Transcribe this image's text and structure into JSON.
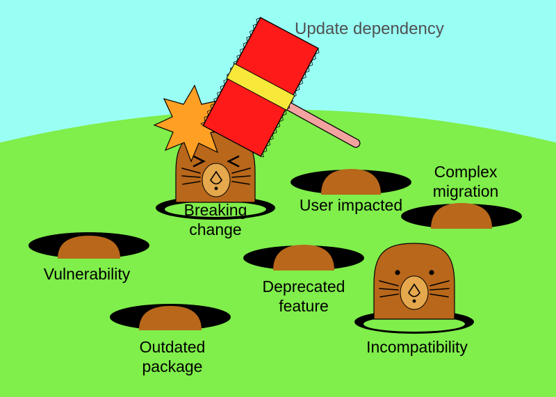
{
  "title": "Update dependency",
  "moles": [
    {
      "label_lines": [
        "Breaking",
        "change"
      ]
    },
    {
      "label_lines": [
        "User impacted"
      ]
    },
    {
      "label_lines": [
        "Complex",
        "migration"
      ]
    },
    {
      "label_lines": [
        "Vulnerability"
      ]
    },
    {
      "label_lines": [
        "Deprecated",
        "feature"
      ]
    },
    {
      "label_lines": [
        "Outdated",
        "package"
      ]
    },
    {
      "label_lines": [
        "Incompatibility"
      ]
    }
  ],
  "colors": {
    "sky": "#99FFF5",
    "grass": "#80EE4B",
    "hole": "#000000",
    "mole": "#B8671B",
    "snout": "#E5A84C",
    "hammer_head": "#FF1A1A",
    "hammer_band": "#F7E83A",
    "hammer_handle": "#F2A3A0",
    "impact": "#FFA024",
    "text": "#000000",
    "title_text": "#505050"
  }
}
